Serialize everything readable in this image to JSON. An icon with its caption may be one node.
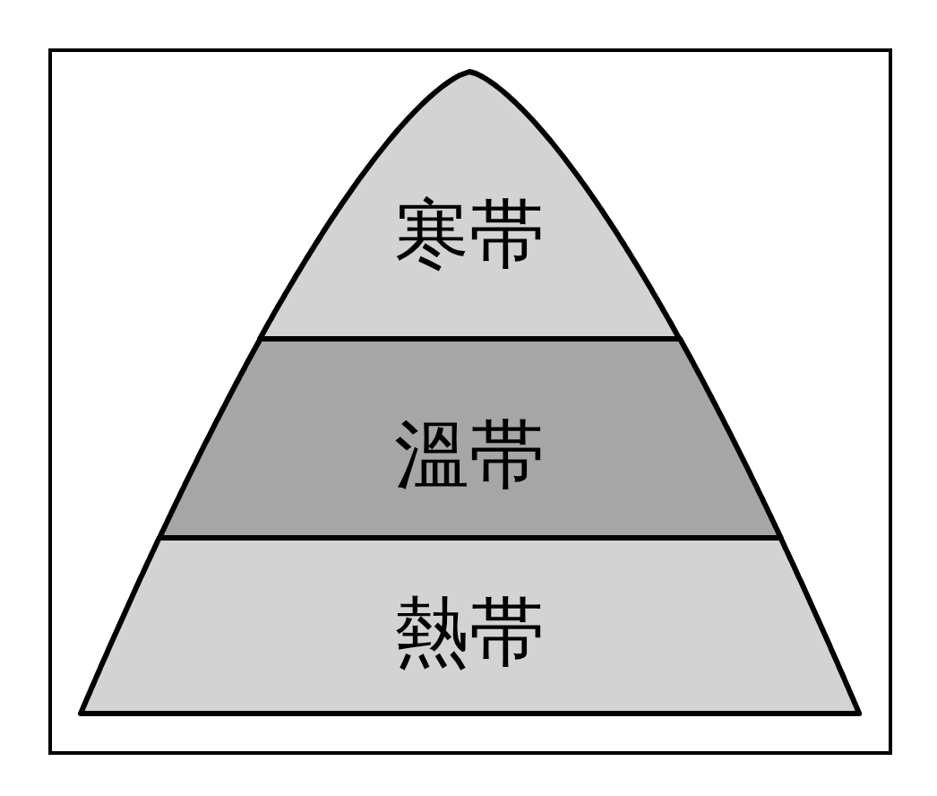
{
  "diagram": {
    "nodes": [
      {
        "text": [
          "寒帯"
        ]
      },
      {
        "text": [
          "溫帯"
        ]
      },
      {
        "text": [
          "熱帯"
        ]
      }
    ]
  }
}
